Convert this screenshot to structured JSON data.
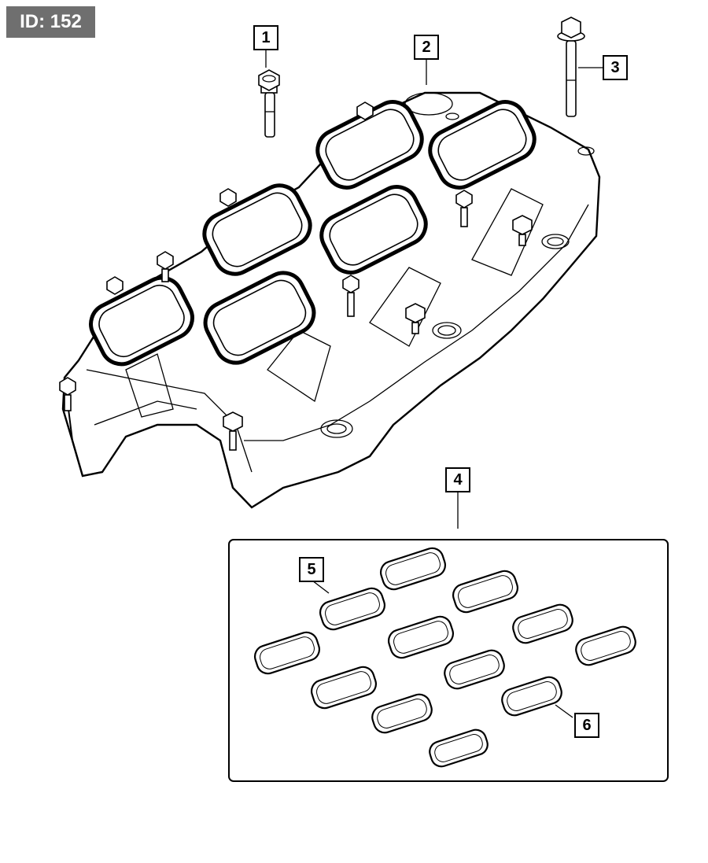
{
  "diagram": {
    "id_label": "ID: 152",
    "callouts": [
      {
        "key": "c1",
        "label": "1",
        "part": "bolt"
      },
      {
        "key": "c2",
        "label": "2",
        "part": "intake-manifold"
      },
      {
        "key": "c3",
        "label": "3",
        "part": "bolt"
      },
      {
        "key": "c4",
        "label": "4",
        "part": "gasket-kit"
      },
      {
        "key": "c5",
        "label": "5",
        "part": "gasket"
      },
      {
        "key": "c6",
        "label": "6",
        "part": "gasket"
      }
    ],
    "colors": {
      "line": "#000000",
      "badge": "#6f6f6f",
      "background": "#ffffff"
    }
  }
}
